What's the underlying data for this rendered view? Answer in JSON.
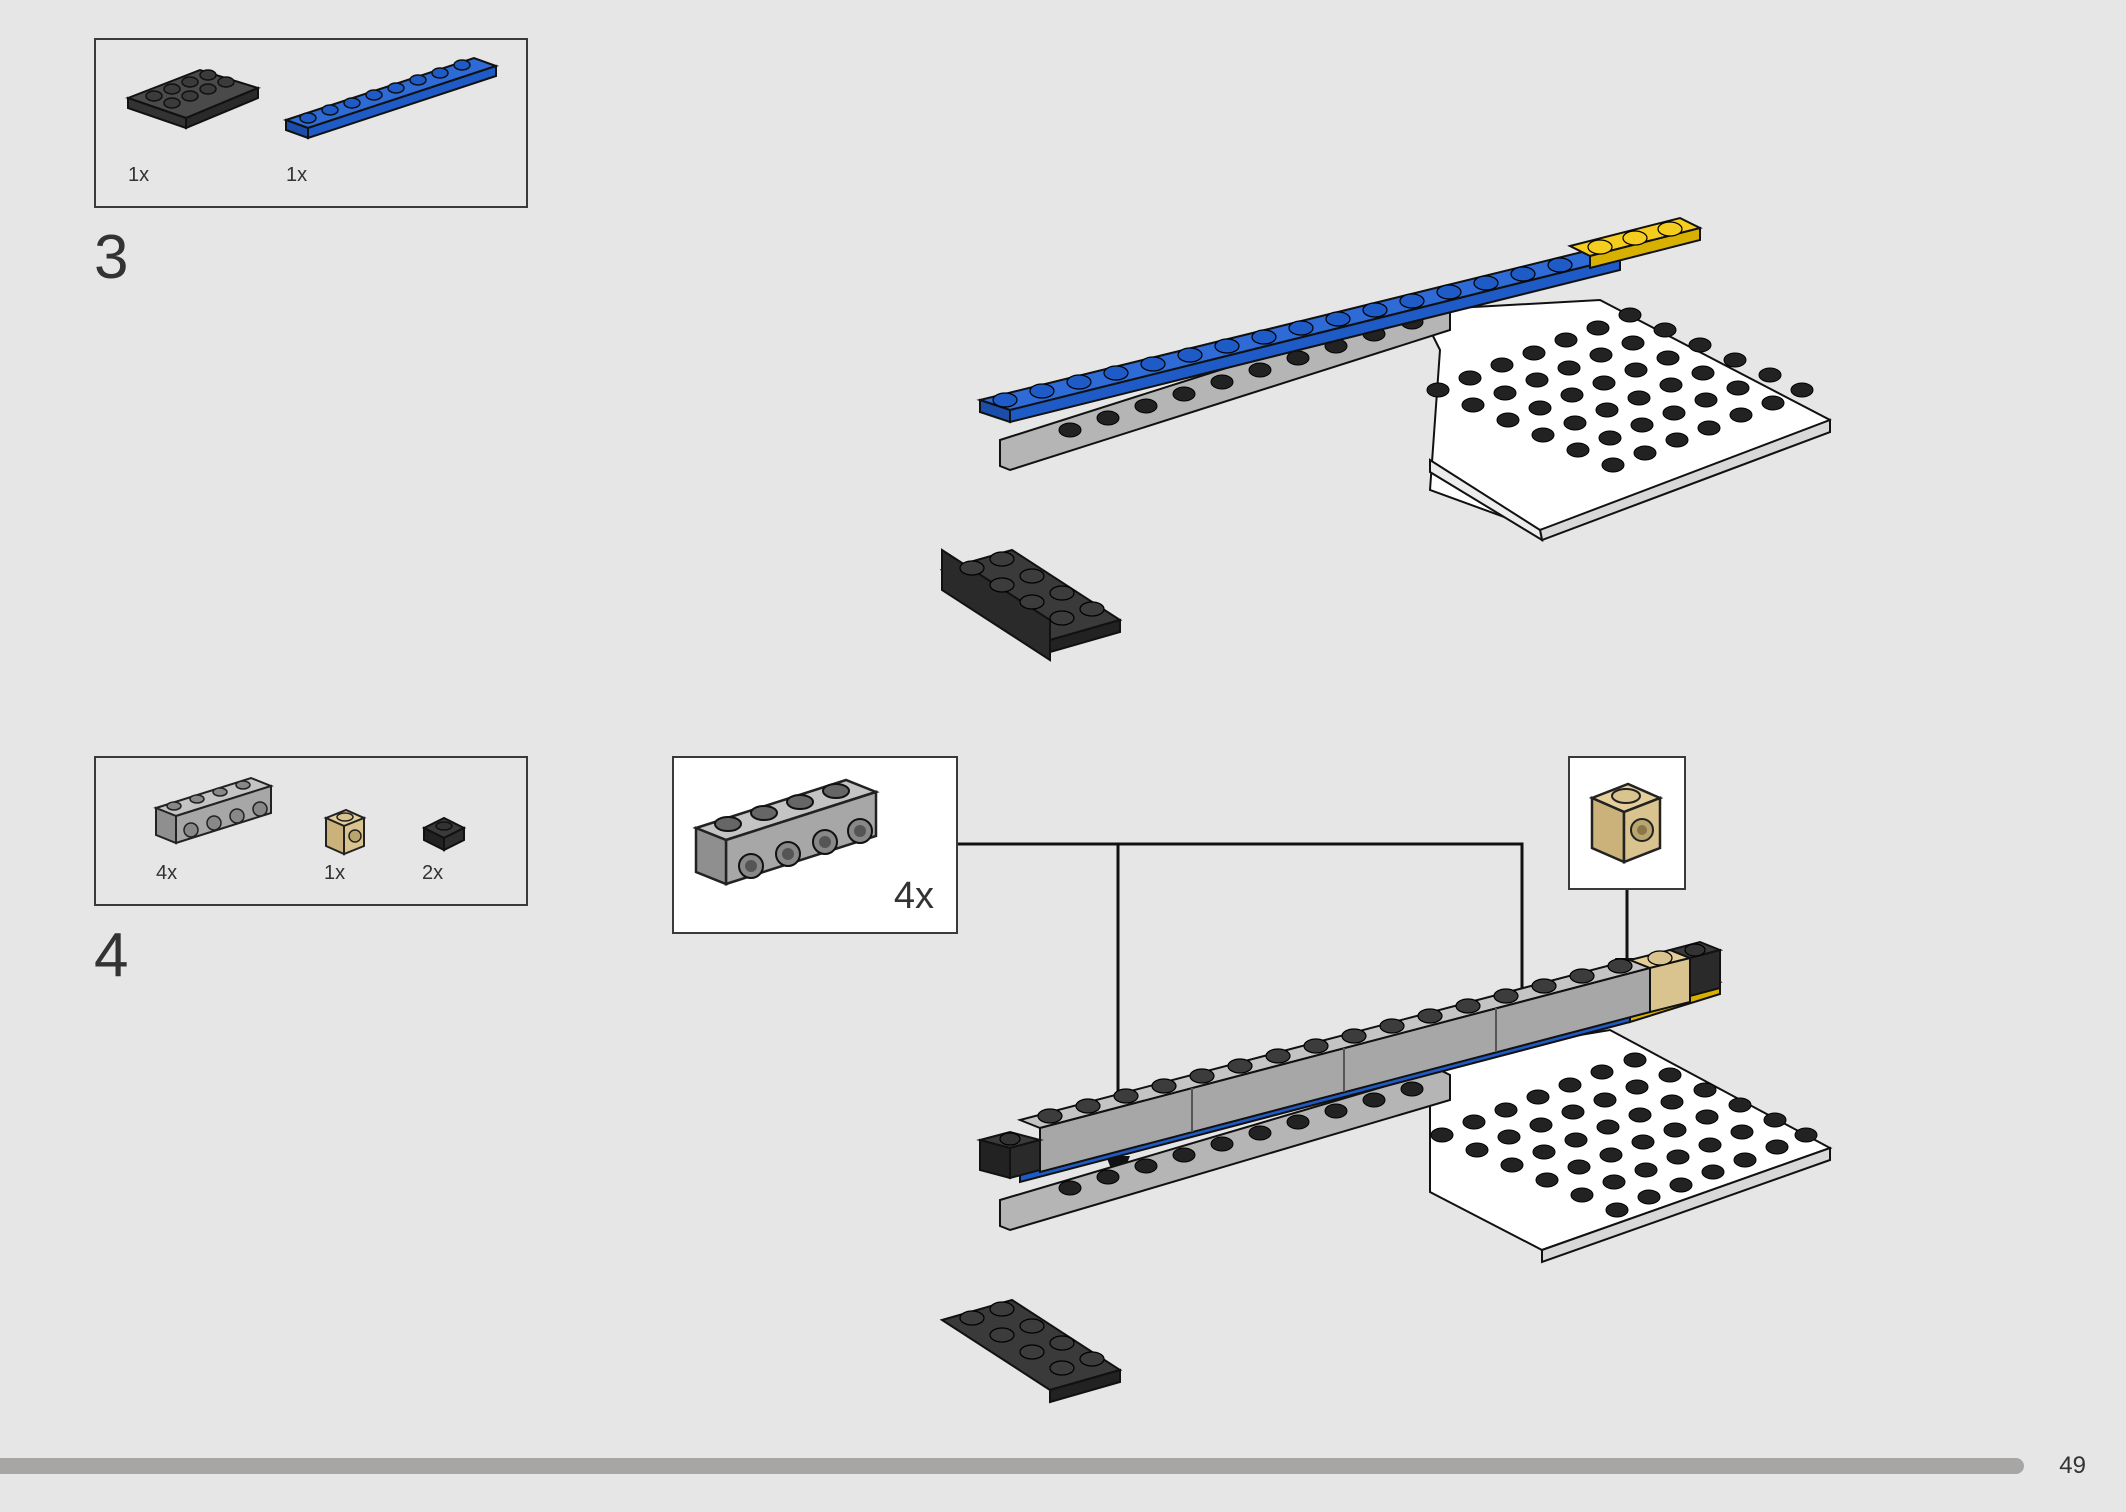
{
  "step3": {
    "number": "3",
    "parts": [
      {
        "qty": "1x",
        "color": "#3c3c3c",
        "icon": "dark-plate-2x4"
      },
      {
        "qty": "1x",
        "color": "#1e5bc6",
        "icon": "blue-plate-1x8"
      }
    ]
  },
  "step4": {
    "number": "4",
    "parts": [
      {
        "qty": "4x",
        "color": "#a7a7a7",
        "icon": "grey-brick-1x4-studs"
      },
      {
        "qty": "1x",
        "color": "#d9c38f",
        "icon": "tan-brick-1x1-stud"
      },
      {
        "qty": "2x",
        "color": "#2e2e2e",
        "icon": "black-plate-1x1"
      }
    ],
    "callouts": [
      {
        "qty": "4x",
        "icon": "grey-brick-1x4-studs"
      },
      {
        "qty": "",
        "icon": "tan-brick-1x1-stud"
      }
    ]
  },
  "colors": {
    "background": "#e6e6e6",
    "blue": "#1e5bc6",
    "yellow": "#f5cd1f",
    "white": "#ffffff",
    "grey": "#a7a7a7",
    "dark": "#3c3c3c",
    "tan": "#d9c38f"
  },
  "footer": {
    "page_number": "49",
    "progress": 0.95
  }
}
